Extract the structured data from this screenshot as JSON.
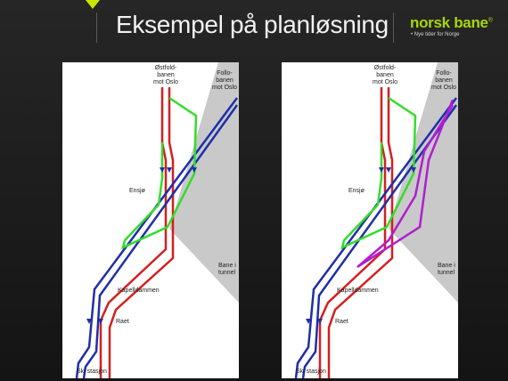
{
  "header": {
    "title": "Eksempel på planløsning",
    "logo": "norsk bane",
    "logo_mark": "®",
    "tagline": "• Nye tider for Norge"
  },
  "diagram_labels": {
    "ostfold_line1": "Østfold-",
    "ostfold_line2": "banen",
    "ostfold_line3": "mot Oslo",
    "follo_line1": "Follo-",
    "follo_line2": "banen",
    "follo_line3": "mot Oslo",
    "ensjo": "Ensjø",
    "bane_line1": "Bane i",
    "bane_line2": "tunnel",
    "kapelldammen": "Kapelldammen",
    "raet": "Raet",
    "ski": "Ski stasjon"
  },
  "colors": {
    "red_track": "#d41f1f",
    "blue_track": "#1f2fa8",
    "green_track": "#33dd2a",
    "purple_track": "#b01ed0",
    "tunnel": "#c9c9c9",
    "accent": "#a6d60a"
  }
}
